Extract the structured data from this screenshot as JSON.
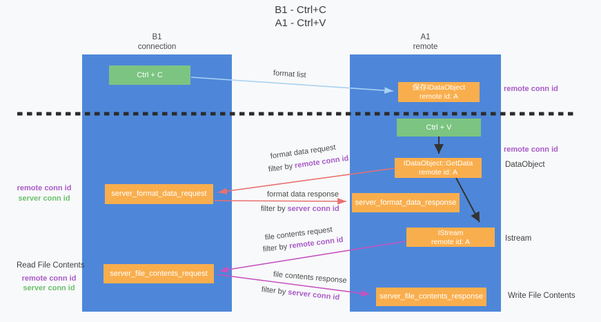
{
  "title": {
    "line1": "B1 - Ctrl+C",
    "line2": "A1 - Ctrl+V"
  },
  "lanes": {
    "b1": {
      "title": "B1",
      "subtitle": "connection"
    },
    "a1": {
      "title": "A1",
      "subtitle": "remote"
    }
  },
  "nodes": {
    "ctrl_c": {
      "label": "Ctrl + C"
    },
    "ctrl_v": {
      "label": "Ctrl + V"
    },
    "save_dataobject": {
      "line1": "保存IDataObject",
      "line2": "remote id: A"
    },
    "getdata": {
      "line1": "IDataObject::GetData",
      "line2": "remote id: A"
    },
    "istream": {
      "line1": "IStream",
      "line2": "remote id: A"
    },
    "format_request": {
      "label": "server_format_data_request"
    },
    "format_response": {
      "label": "server_format_data_response"
    },
    "file_request": {
      "label": "server_file_contents_request"
    },
    "file_response": {
      "label": "server_file_contents_response"
    }
  },
  "arrows": {
    "format_list": {
      "label": "format list"
    },
    "format_request": {
      "label": "format data request",
      "filter_prefix": "filter by ",
      "filter_key": "remote conn id"
    },
    "format_response": {
      "label": "format data response",
      "filter_prefix": "filter by ",
      "filter_key": "server conn id"
    },
    "file_request": {
      "label": "file contents request",
      "filter_prefix": "filter by ",
      "filter_key": "remote conn id"
    },
    "file_response": {
      "label": "file contents response",
      "filter_prefix": "filter by ",
      "filter_key": "server conn id"
    }
  },
  "side_labels": {
    "right": {
      "remote_conn_id_top": "remote conn id",
      "remote_conn_id_mid": "remote conn id",
      "dataobject": "DataObject",
      "istream": "Istream",
      "write_file_contents": "Write File Contents"
    },
    "left": {
      "format": {
        "remote": "remote conn id",
        "server": "server conn id"
      },
      "file": {
        "title": "Read File Contents",
        "remote": "remote conn id",
        "server": "server conn id"
      }
    }
  },
  "colors": {
    "background": "#f8f9fa",
    "lane_blue": "#4e87d9",
    "node_green": "#7cc481",
    "node_orange": "#f9ae4d",
    "arrow_light_blue": "#a9d2f2",
    "arrow_red": "#e97070",
    "arrow_magenta": "#c653c1",
    "arrow_black": "#333333",
    "divider_black": "#2b2b2b",
    "label_purple": "#a85cc8",
    "label_green": "#6cc06e"
  }
}
